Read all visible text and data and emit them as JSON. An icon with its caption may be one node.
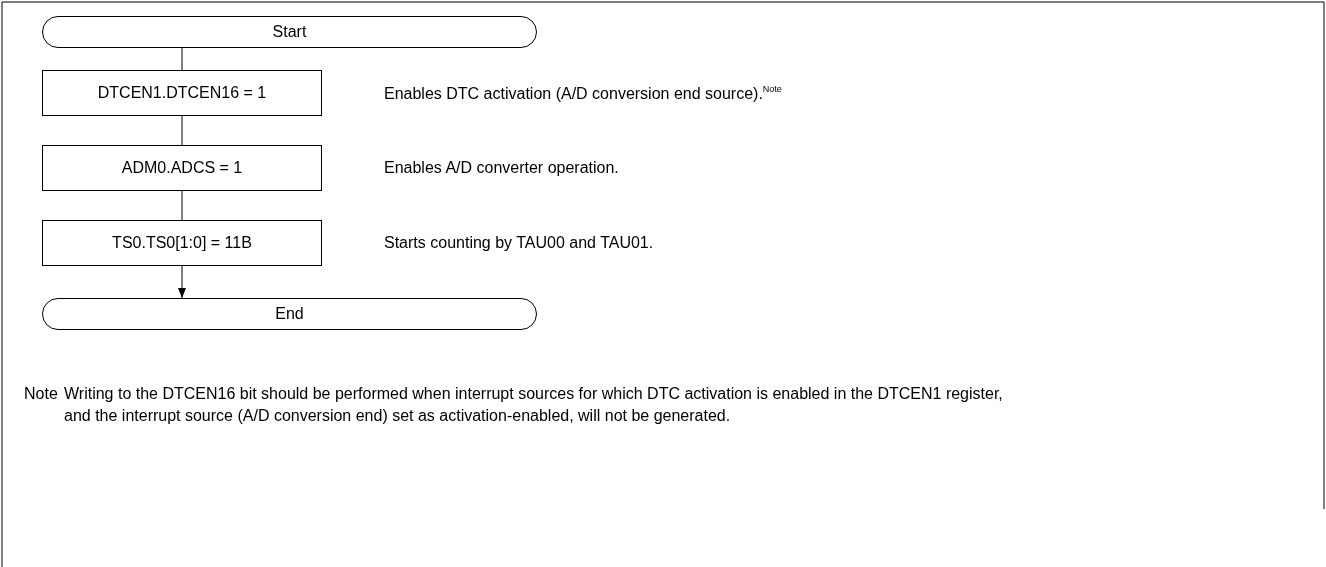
{
  "diagram": {
    "nodes": [
      {
        "text": [
          "Start"
        ]
      },
      {
        "text": [
          "DTCEN1.DTCEN16 = 1"
        ],
        "beside": [
          "Enables DTC activation (A/D conversion end source).$^{Note}$"
        ]
      },
      {
        "text": [
          "ADM0.ADCS = 1"
        ],
        "beside": [
          "Enables A/D converter operation."
        ]
      },
      {
        "text": [
          "TS0.TS0[1:0] = 11B"
        ],
        "beside": [
          "Starts counting by TAU00 and TAU01."
        ]
      },
      {
        "text": [
          "End"
        ]
      }
    ],
    "edges": [
      {
        "from": 0,
        "to": 1,
        "arrow": "none"
      },
      {
        "from": 1,
        "to": 2,
        "arrow": "none"
      },
      {
        "from": 2,
        "to": 3,
        "arrow": "none"
      },
      {
        "from": 3,
        "to": 4,
        "arrow": "to"
      }
    ],
    "labels": [
      "Note",
      "Writing to the DTCEN16 bit should be performed when interrupt sources for which DTC activation is enabled in the DTCEN1 register, and the interrupt source (A/D conversion end) set as activation-enabled, will not be generated."
    ]
  }
}
